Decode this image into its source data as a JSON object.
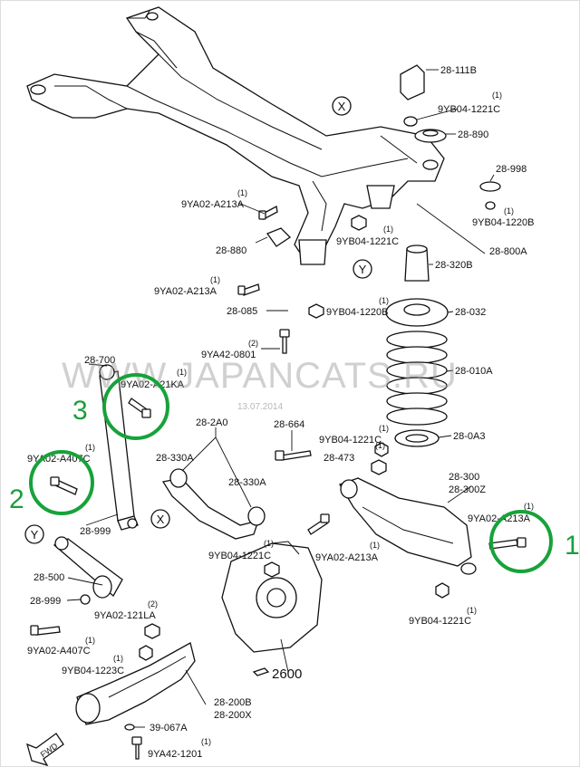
{
  "diagram": {
    "watermark": "WWW.JAPANCATS.RU",
    "watermark_date": "13.07.2014",
    "fwd_label": "FWD",
    "view_markers": {
      "x": "X",
      "y": "Y"
    },
    "callouts": {
      "c1": "1",
      "c2": "2",
      "c3": "3"
    },
    "labels": {
      "p_28_111B": "28-111B",
      "p_9YB04_1221C_top": "9YB04-1221C",
      "p_9YB04_1221C_top_qty": "(1)",
      "p_28_890": "28-890",
      "p_28_998": "28-998",
      "p_9YB04_1220B_r": "9YB04-1220B",
      "p_9YB04_1220B_r_qty": "(1)",
      "p_9YA02_A213A_1": "9YA02-A213A",
      "p_9YA02_A213A_1_qty": "(1)",
      "p_28_880": "28-880",
      "p_9YB04_1221C_mid": "9YB04-1221C",
      "p_9YB04_1221C_mid_qty": "(1)",
      "p_28_800A": "28-800A",
      "p_28_320B": "28-320B",
      "p_9YA02_A213A_2": "9YA02-A213A",
      "p_9YA02_A213A_2_qty": "(1)",
      "p_28_085": "28-085",
      "p_9YB04_1220B_m": "9YB04-1220B",
      "p_9YB04_1220B_m_qty": "(1)",
      "p_28_032": "28-032",
      "p_9YA42_0801": "9YA42-0801",
      "p_9YA42_0801_qty": "(2)",
      "p_28_700": "28-700",
      "p_9YA02_21KA": "9YA02-A21KA",
      "p_9YA02_21KA_qty": "(1)",
      "p_28_010A": "28-010A",
      "p_28_2A0": "28-2A0",
      "p_28_664": "28-664",
      "p_9YB04_1221C_sp": "9YB04-1221C",
      "p_9YB04_1221C_sp_qty": "(1)",
      "p_28_0A3": "28-0A3",
      "p_28_473": "28-473",
      "p_28_473_qty": "(1)",
      "p_28_330A_l": "28-330A",
      "p_28_330A_r": "28-330A",
      "p_9YA02_A407C_t": "9YA02-A407C",
      "p_9YA02_A407C_t_qty": "(1)",
      "p_28_300": "28-300",
      "p_28_300Z": "28-300Z",
      "p_9YA02_A213A_3": "9YA02-A213A",
      "p_9YA02_A213A_3_qty": "(1)",
      "p_28_999_t": "28-999",
      "p_9YB04_1221C_lo": "9YB04-1221C",
      "p_9YB04_1221C_lo_qty": "(1)",
      "p_9YA02_A213A_4": "9YA02-A213A",
      "p_9YA02_A213A_4_qty": "(1)",
      "p_28_500": "28-500",
      "p_28_999_b": "28-999",
      "p_9YA02_121LA": "9YA02-121LA",
      "p_9YA02_121LA_qty": "(2)",
      "p_9YB04_1221C_r": "9YB04-1221C",
      "p_9YB04_1221C_r_qty": "(1)",
      "p_9YA02_A407C_b": "9YA02-A407C",
      "p_9YA02_A407C_b_qty": "(1)",
      "p_9YB04_1223C": "9YB04-1223C",
      "p_9YB04_1223C_qty": "(1)",
      "p_2600": "2600",
      "p_28_200B": "28-200B",
      "p_28_200X": "28-200X",
      "p_39_067A": "39-067A",
      "p_9YA42_1201": "9YA42-1201",
      "p_9YA42_1201_qty": "(1)"
    }
  }
}
